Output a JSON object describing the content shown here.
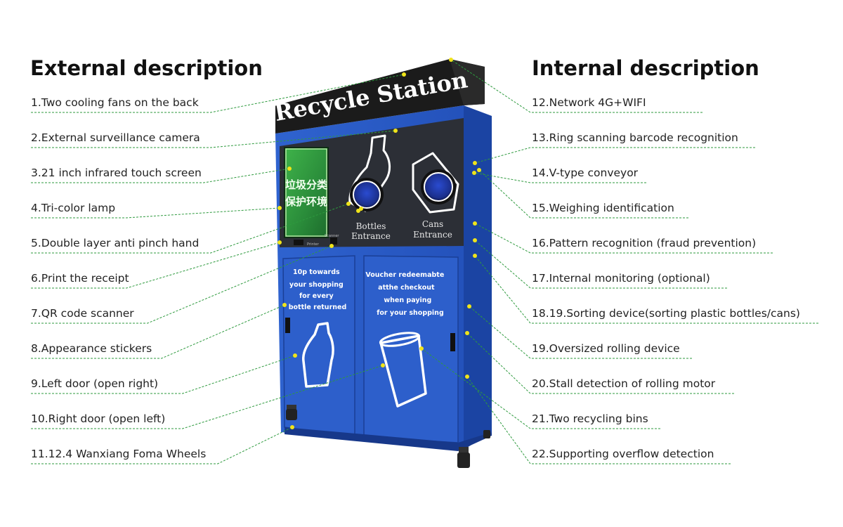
{
  "headings": {
    "external": "External description",
    "internal": "Internal description"
  },
  "machine": {
    "sign": "Recycle Station",
    "screen_text_line1": "垃圾分类",
    "screen_text_line2": "保护环境",
    "bottles_entrance_line1": "Bottles",
    "bottles_entrance_line2": "Entrance",
    "cans_entrance_line1": "Cans",
    "cans_entrance_line2": "Entrance",
    "printer_label": "Printer",
    "scanner_label": "Scanner",
    "left_door_text": [
      "10p towards",
      "your shopping",
      "for every",
      "bottle returned"
    ],
    "right_door_text": [
      "Voucher redeemabte",
      "atthe checkout",
      "when paying",
      "for your shopping"
    ]
  },
  "external_items": [
    "1.Two cooling fans on the back",
    "2.External surveillance camera",
    "3.21 inch infrared touch screen",
    "4.Tri-color lamp",
    "5.Double layer anti pinch hand",
    "6.Print the receipt",
    "7.QR code scanner",
    "8.Appearance stickers",
    "9.Left door (open right)",
    "10.Right door  (open left)",
    "11.12.4 Wanxiang Foma Wheels"
  ],
  "internal_items": [
    "12.Network 4G+WIFI",
    "13.Ring scanning barcode recognition",
    "14.V-type conveyor",
    "15.Weighing identification",
    "16.Pattern recognition (fraud prevention)",
    "17.Internal monitoring (optional)",
    "18.19.Sorting device(sorting plastic bottles/cans)",
    "19.Oversized rolling device",
    "20.Stall detection of rolling motor",
    "21.Two recycling bins",
    "22.Supporting overflow detection"
  ],
  "colors": {
    "machine_blue": "#2a5bc4",
    "machine_side": "#1d46a6",
    "sign_black": "#1b1b1b",
    "callout_line": "#2e9a3e",
    "callout_dot": "#f0e41a"
  }
}
